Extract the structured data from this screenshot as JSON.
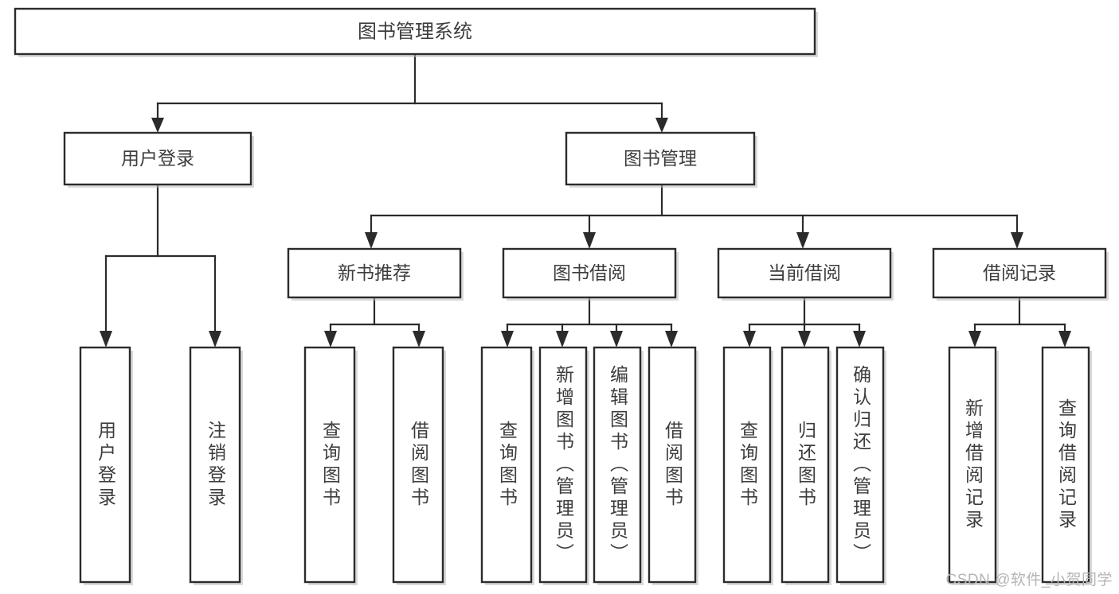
{
  "diagram": {
    "type": "tree",
    "title": "图书管理系统",
    "watermark": "CSDN @软件_小贺同学",
    "colors": {
      "background": "#ffffff",
      "stroke": "#2b2b2b",
      "text": "#3d3d3d",
      "shadow": "#b9b9b9",
      "watermark": "#b5b5b5"
    },
    "root": {
      "label": "图书管理系统"
    },
    "level2": [
      {
        "label": "用户登录"
      },
      {
        "label": "图书管理"
      }
    ],
    "level3": [
      {
        "label": "新书推荐"
      },
      {
        "label": "图书借阅"
      },
      {
        "label": "当前借阅"
      },
      {
        "label": "借阅记录"
      }
    ],
    "leaves": {
      "user_login": [
        {
          "label": "用户登录"
        },
        {
          "label": "注销登录"
        }
      ],
      "new_book": [
        {
          "label": "查询图书"
        },
        {
          "label": "借阅图书"
        }
      ],
      "borrow": [
        {
          "label": "查询图书"
        },
        {
          "label": "新增图书（管理员）"
        },
        {
          "label": "编辑图书（管理员）"
        },
        {
          "label": "借阅图书"
        }
      ],
      "current": [
        {
          "label": "查询图书"
        },
        {
          "label": "归还图书"
        },
        {
          "label": "确认归还（管理员）"
        }
      ],
      "records": [
        {
          "label": "新增借阅记录"
        },
        {
          "label": "查询借阅记录"
        }
      ]
    }
  }
}
